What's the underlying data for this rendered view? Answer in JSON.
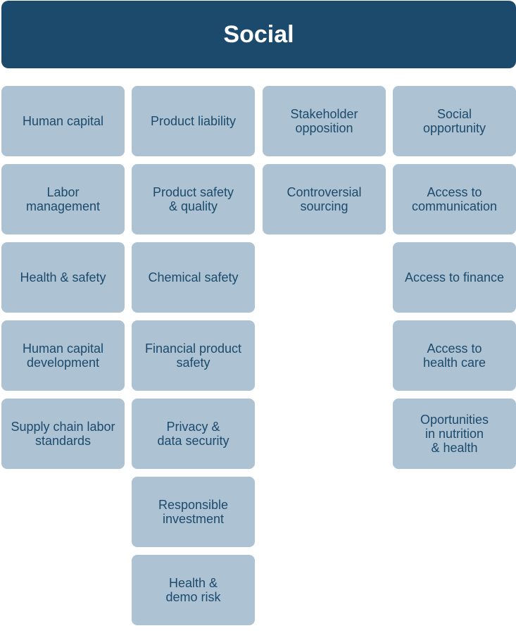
{
  "title": "Social",
  "columns": [
    {
      "items": [
        "Human capital",
        "Labor\nmanagement",
        "Health & safety",
        "Human capital\ndevelopment",
        "Supply chain labor\nstandards"
      ]
    },
    {
      "items": [
        "Product liability",
        "Product safety\n& quality",
        "Chemical safety",
        "Financial product\nsafety",
        "Privacy &\ndata security",
        "Responsible\ninvestment",
        "Health &\ndemo risk"
      ]
    },
    {
      "items": [
        "Stakeholder\nopposition",
        "Controversial\nsourcing"
      ]
    },
    {
      "items": [
        "Social\nopportunity",
        "Access to\ncommunication",
        "Access to finance",
        "Access to\nhealth care",
        "Oportunities\nin nutrition\n& health"
      ]
    }
  ],
  "colors": {
    "header": "#1c4a6c",
    "box": "#adc3d3",
    "box_text": "#1c4a6c"
  }
}
